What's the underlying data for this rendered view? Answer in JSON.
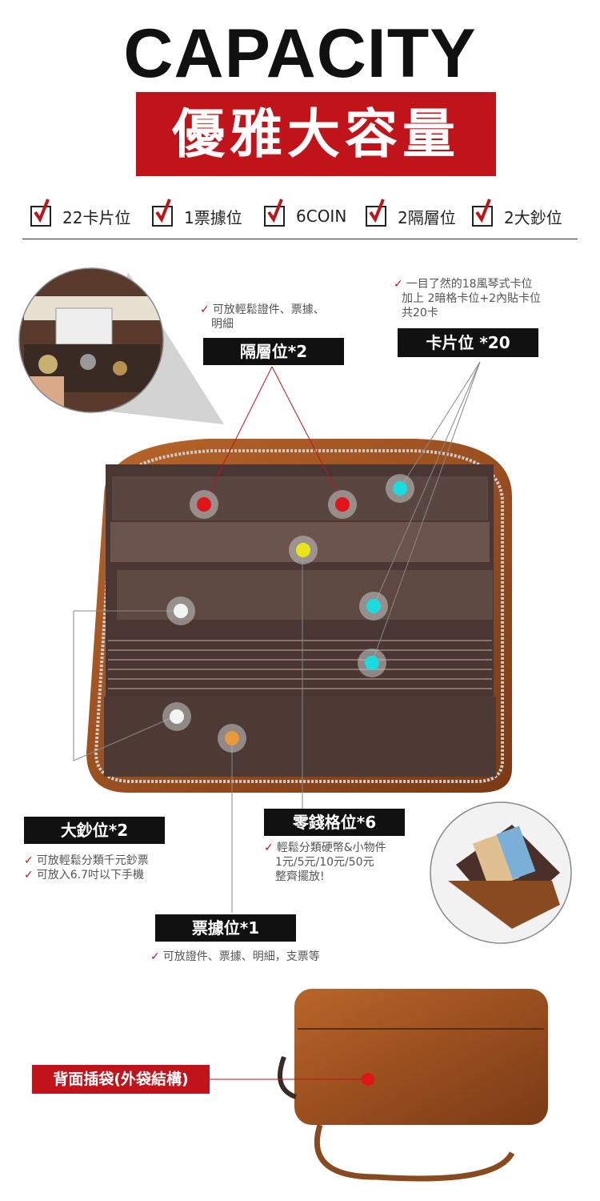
{
  "header": {
    "title": "CAPACITY",
    "subtitle": "優雅大容量"
  },
  "features": [
    {
      "label": "22卡片位"
    },
    {
      "label": "1票據位"
    },
    {
      "label": "6COIN"
    },
    {
      "label": "2隔層位"
    },
    {
      "label": "2大鈔位"
    }
  ],
  "callouts": {
    "compartment": {
      "note_line1": "可放輕鬆證件、票據、",
      "note_line2": "明細",
      "label": "隔層位*2"
    },
    "cards": {
      "note_line1": "一目了然的18風琴式卡位",
      "note_line2": "加上 2暗格卡位+2內貼卡位",
      "note_line3": "共20卡",
      "label": "卡片位 *20"
    },
    "bills": {
      "label": "大鈔位*2",
      "note_line1": "可放輕鬆分類千元鈔票",
      "note_line2": "可放入6.7吋以下手機"
    },
    "coins": {
      "label": "零錢格位*6",
      "note_line1": "輕鬆分類硬幣&小物件",
      "note_line2": "1元/5元/10元/50元",
      "note_line3": "整齊擺放!"
    },
    "receipt": {
      "label": "票據位*1",
      "note": "可放證件、票據、明細，支票等"
    },
    "back_pocket": {
      "label": "背面插袋(外袋結構)"
    }
  },
  "colors": {
    "brand_red": "#c0141a",
    "leather": "#9a4f1f",
    "lining": "#4a3632",
    "dot_red": "#e0141a",
    "dot_yellow": "#e6e61a",
    "dot_cyan": "#1adbe0",
    "dot_white": "#f4f4f4",
    "dot_orange": "#e89a3a"
  }
}
